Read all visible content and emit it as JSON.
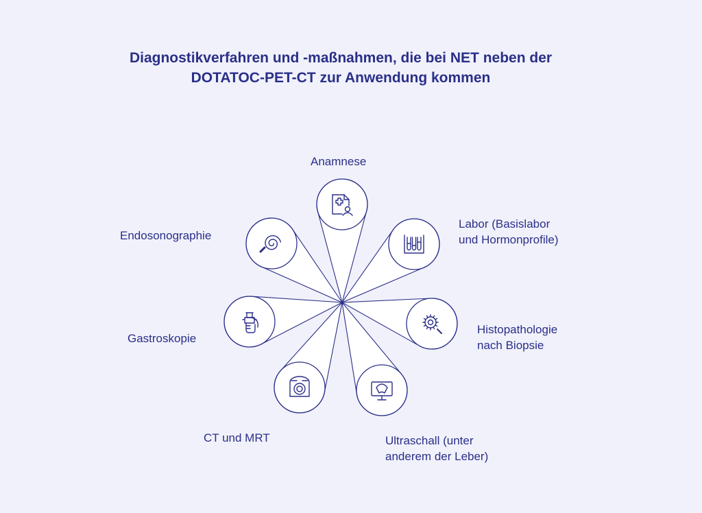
{
  "title": {
    "line1": "Diagnostikverfahren und -maßnahmen, die bei NET neben der",
    "line2": "DOTATOC-PET-CT zur Anwendung kommen"
  },
  "colors": {
    "background": "#f1f1fb",
    "text": "#2a2f88",
    "stroke": "#2a2f88",
    "circle_fill": "#ffffff"
  },
  "items": [
    {
      "id": "anamnese",
      "label_lines": [
        "Anamnese"
      ],
      "icon": "patient-record-icon"
    },
    {
      "id": "labor",
      "label_lines": [
        "Labor (Basislabor",
        "und Hormonprofile)"
      ],
      "icon": "test-tubes-icon"
    },
    {
      "id": "histopathologie",
      "label_lines": [
        "Histopathologie",
        "nach Biopsie"
      ],
      "icon": "cell-magnifier-icon"
    },
    {
      "id": "ultraschall",
      "label_lines": [
        "Ultraschall (unter",
        "anderem der Leber)"
      ],
      "icon": "ultrasound-monitor-icon"
    },
    {
      "id": "ct-mrt",
      "label_lines": [
        "CT und MRT"
      ],
      "icon": "ct-scanner-icon"
    },
    {
      "id": "gastroskopie",
      "label_lines": [
        "Gastroskopie"
      ],
      "icon": "endoscope-hand-icon"
    },
    {
      "id": "endosonographie",
      "label_lines": [
        "Endosonographie"
      ],
      "icon": "spiral-probe-icon"
    }
  ]
}
